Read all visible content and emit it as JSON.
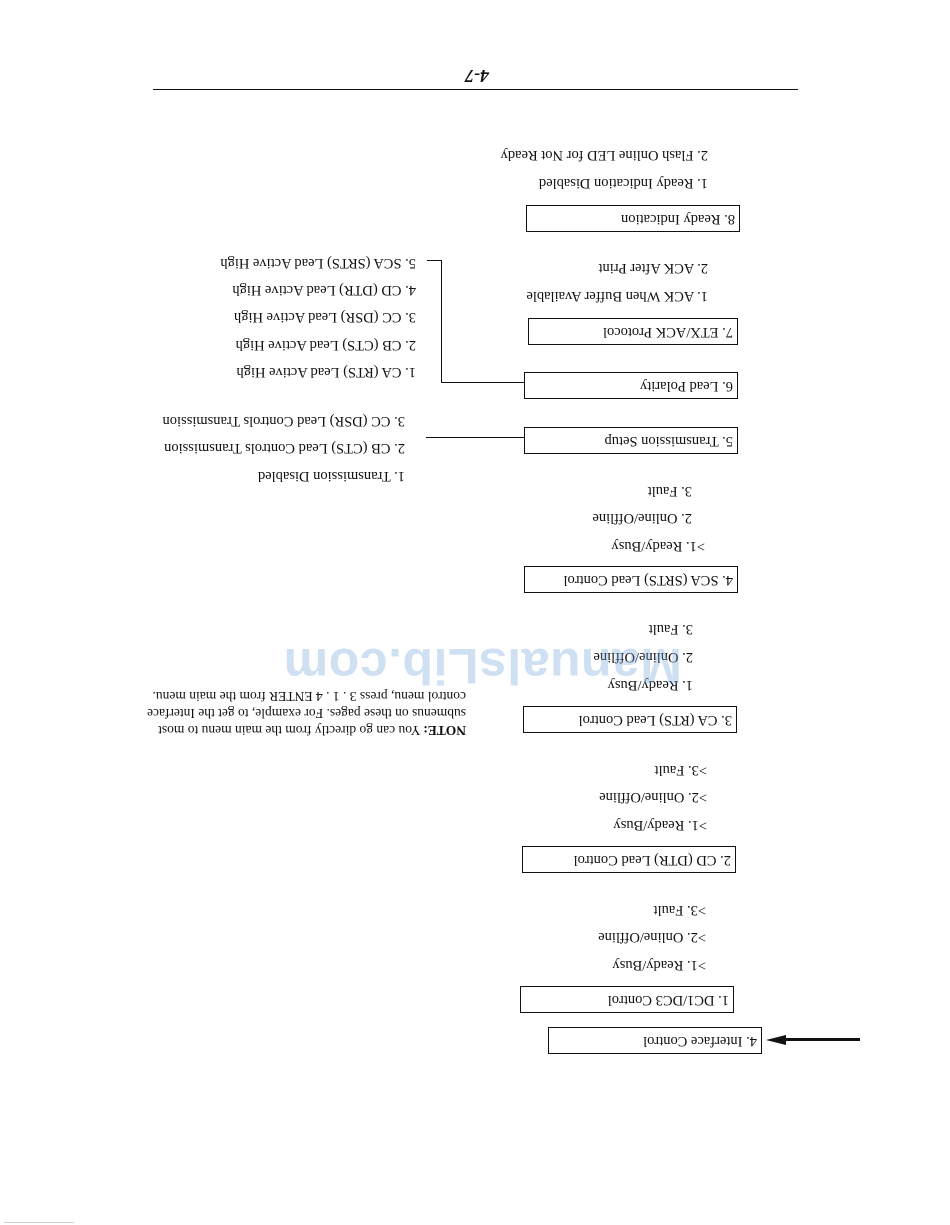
{
  "page_number": "4-7",
  "watermark": "ManualsLib.com",
  "note": {
    "label": "NOTE:",
    "text": "You can go directly from the main menu to most submenus on these pages. For example, to get the Interface control menu, press 3 . 1 . 4 ENTER from the main menu."
  },
  "main_menu": "4. Interface Control",
  "submenus": {
    "m1": {
      "title": "1. DC1/DC3 Control",
      "opts": [
        ">1. Ready/Busy",
        ">2. Online/Offline",
        ">3. Fault"
      ]
    },
    "m2": {
      "title": "2. CD (DTR) Lead Control",
      "opts": [
        ">1. Ready/Busy",
        ">2. Online/Offline",
        ">3. Fault"
      ]
    },
    "m3": {
      "title": "3. CA (RTS) Lead Control",
      "opts": [
        "1. Ready/Busy",
        "2. Online/Offline",
        "3. Fault"
      ]
    },
    "m4": {
      "title": "4. SCA (SRTS) Lead Control",
      "opts": [
        ">1. Ready/Busy",
        "2. Online/Offline",
        "3. Fault"
      ]
    },
    "m5": {
      "title": "5. Transmission Setup",
      "opts": [
        "1. Transmission Disabled",
        "2. CB (CTS) Lead Controls Transmission",
        "3. CC (DSR) Lead Controls Transmission"
      ]
    },
    "m6": {
      "title": "6. Lead Polarity",
      "opts": [
        "1. CA (RTS) Lead Active High",
        "2. CB (CTS) Lead Active High",
        "3. CC (DSR) Lead Active High",
        "4. CD (DTR) Lead Active High",
        "5. SCA (SRTS) Lead Active High"
      ]
    },
    "m7": {
      "title": "7. ETX/ACK Protocol",
      "opts": [
        "1. ACK When Buffer Available",
        "2. ACK After Print"
      ]
    },
    "m8": {
      "title": "8. Ready Indication",
      "opts": [
        "1. Ready Indication Disabled",
        "2. Flash Online LED for Not Ready"
      ]
    }
  }
}
